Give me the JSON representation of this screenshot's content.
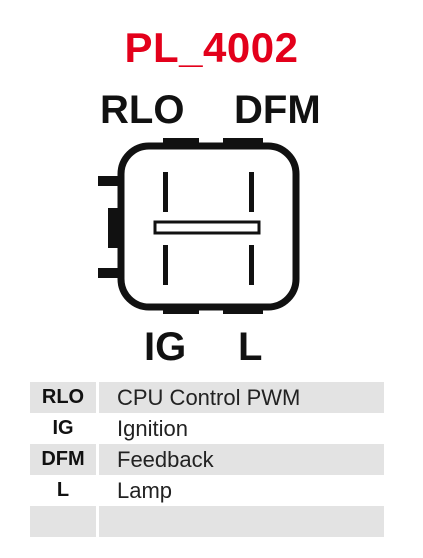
{
  "title": "PL_4002",
  "pins": {
    "top_left": "RLO",
    "top_right": "DFM",
    "bottom_left": "IG",
    "bottom_right": "L"
  },
  "legend": [
    {
      "code": "RLO",
      "description": "CPU Control PWM"
    },
    {
      "code": "IG",
      "description": "Ignition"
    },
    {
      "code": "DFM",
      "description": "Feedback"
    },
    {
      "code": "L",
      "description": "Lamp"
    },
    {
      "code": "",
      "description": ""
    }
  ]
}
